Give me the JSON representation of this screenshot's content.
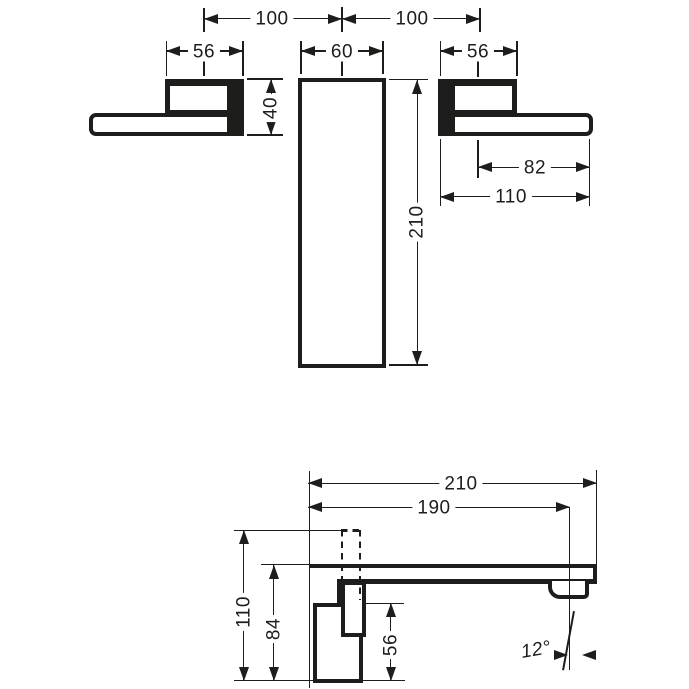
{
  "colors": {
    "ink": "#1d1d1b",
    "background": "#ffffff"
  },
  "front_view": {
    "handle_spacing_left": "100",
    "handle_spacing_right": "100",
    "left_handle_width": "56",
    "spout_width": "60",
    "right_handle_width": "56",
    "handle_height": "40",
    "spout_height": "210",
    "lever_reach": "82",
    "lever_length": "110"
  },
  "side_view": {
    "total_projection": "210",
    "aerator_projection": "190",
    "total_height": "110",
    "below_top_height": "84",
    "escutcheon_height": "56",
    "spray_angle": "12°"
  }
}
